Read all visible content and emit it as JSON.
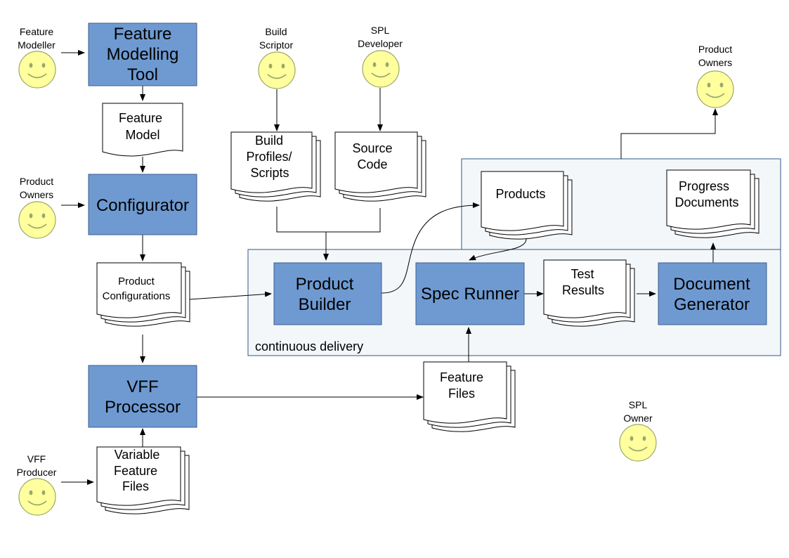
{
  "actors": {
    "feature_modeller": [
      "Feature",
      "Modeller"
    ],
    "build_scriptor": [
      "Build",
      "Scriptor"
    ],
    "spl_developer": [
      "SPL",
      "Developer"
    ],
    "product_owners_top": [
      "Product",
      "Owners"
    ],
    "product_owners_left": [
      "Product",
      "Owners"
    ],
    "vff_producer": [
      "VFF",
      "Producer"
    ],
    "spl_owner": [
      "SPL",
      "Owner"
    ]
  },
  "processes": {
    "feature_modelling_tool": [
      "Feature",
      "Modelling",
      "Tool"
    ],
    "configurator": [
      "Configurator"
    ],
    "vff_processor": [
      "VFF",
      "Processor"
    ],
    "product_builder": [
      "Product",
      "Builder"
    ],
    "spec_runner": [
      "Spec Runner"
    ],
    "document_generator": [
      "Document",
      "Generator"
    ]
  },
  "documents": {
    "feature_model": [
      "Feature",
      "Model"
    ],
    "build_profiles": [
      "Build",
      "Profiles/",
      "Scripts"
    ],
    "source_code": [
      "Source",
      "Code"
    ],
    "product_configurations": [
      "Product",
      "Configurations"
    ],
    "products": [
      "Products"
    ],
    "progress_documents": [
      "Progress",
      "Documents"
    ],
    "test_results": [
      "Test",
      "Results"
    ],
    "feature_files": [
      "Feature",
      "Files"
    ],
    "variable_feature_files": [
      "Variable",
      "Feature",
      "Files"
    ]
  },
  "regions": {
    "continuous_delivery": "continuous delivery"
  },
  "colors": {
    "process_fill": "#6e9ad1",
    "process_stroke": "#3d5f8e",
    "region_fill": "#f3f7fa",
    "region_stroke": "#2f5a8a",
    "smiley_fill": "#ffff9e",
    "smiley_stroke": "#9aa86a"
  }
}
